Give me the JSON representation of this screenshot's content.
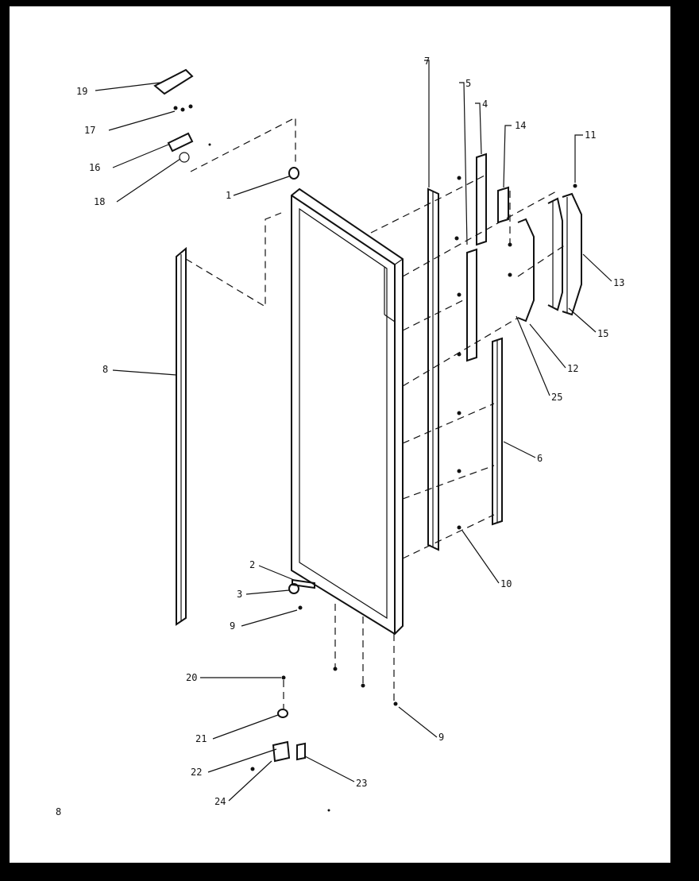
{
  "callouts": [
    {
      "id": "c19",
      "text": "19"
    },
    {
      "id": "c17",
      "text": "17"
    },
    {
      "id": "c16",
      "text": "16"
    },
    {
      "id": "c18",
      "text": "18"
    },
    {
      "id": "c1",
      "text": "1"
    },
    {
      "id": "c8",
      "text": "8"
    },
    {
      "id": "c2",
      "text": "2"
    },
    {
      "id": "c3",
      "text": "3"
    },
    {
      "id": "c9a",
      "text": "9"
    },
    {
      "id": "c20",
      "text": "20"
    },
    {
      "id": "c21",
      "text": "21"
    },
    {
      "id": "c22",
      "text": "22"
    },
    {
      "id": "c24",
      "text": "24"
    },
    {
      "id": "c23",
      "text": "23"
    },
    {
      "id": "c9b",
      "text": "9"
    },
    {
      "id": "c10",
      "text": "10"
    },
    {
      "id": "c7",
      "text": "7"
    },
    {
      "id": "c5",
      "text": "5"
    },
    {
      "id": "c4",
      "text": "4"
    },
    {
      "id": "c14",
      "text": "14"
    },
    {
      "id": "c11",
      "text": "11"
    },
    {
      "id": "c13",
      "text": "13"
    },
    {
      "id": "c15",
      "text": "15"
    },
    {
      "id": "c12",
      "text": "12"
    },
    {
      "id": "c25",
      "text": "25"
    },
    {
      "id": "c6",
      "text": "6"
    }
  ],
  "page_mark": "8"
}
